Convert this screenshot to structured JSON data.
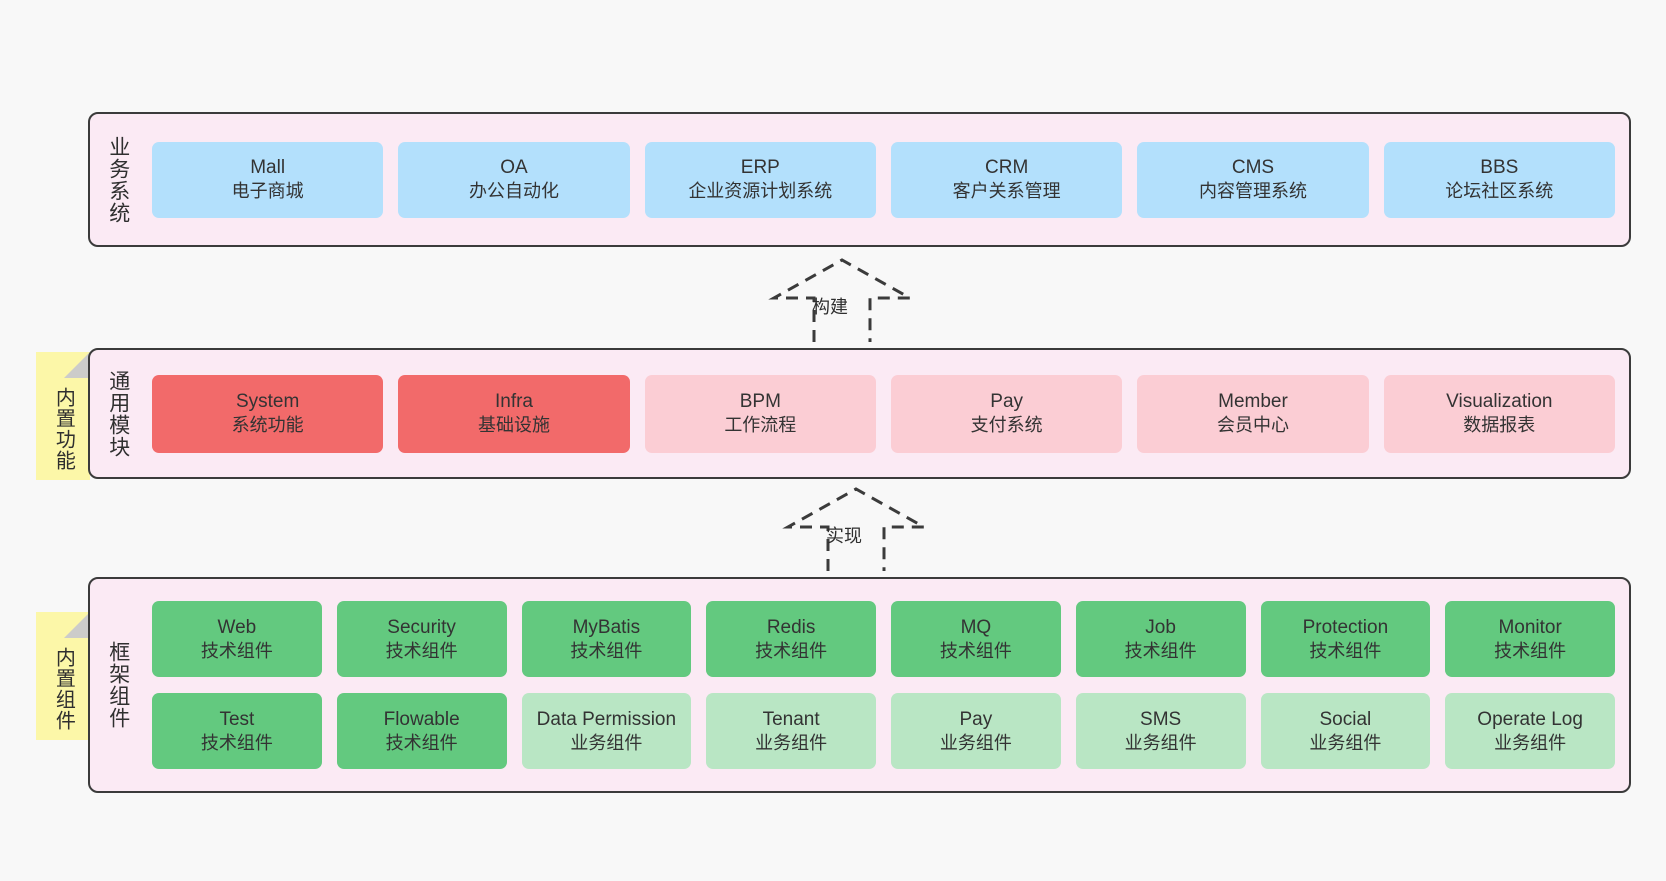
{
  "diagram": {
    "background_color": "#f8f8f8",
    "panel_color": "#fbeaf4",
    "panel_border_color": "#3b3b3b",
    "note_color": "#fcf7a8"
  },
  "layers": [
    {
      "id": "business",
      "title": "业务系统",
      "rows": [
        {
          "cards": [
            {
              "en": "Mall",
              "cn": "电子商城",
              "color": "#b3e0fc"
            },
            {
              "en": "OA",
              "cn": "办公自动化",
              "color": "#b3e0fc"
            },
            {
              "en": "ERP",
              "cn": "企业资源计划系统",
              "color": "#b3e0fc"
            },
            {
              "en": "CRM",
              "cn": "客户关系管理",
              "color": "#b3e0fc"
            },
            {
              "en": "CMS",
              "cn": "内容管理系统",
              "color": "#b3e0fc"
            },
            {
              "en": "BBS",
              "cn": "论坛社区系统",
              "color": "#b3e0fc"
            }
          ]
        }
      ]
    },
    {
      "id": "common",
      "title": "通用模块",
      "note": "内置功能",
      "rows": [
        {
          "cards": [
            {
              "en": "System",
              "cn": "系统功能",
              "color": "#f26a6a"
            },
            {
              "en": "Infra",
              "cn": "基础设施",
              "color": "#f26a6a"
            },
            {
              "en": "BPM",
              "cn": "工作流程",
              "color": "#fbcdd4"
            },
            {
              "en": "Pay",
              "cn": "支付系统",
              "color": "#fbcdd4"
            },
            {
              "en": "Member",
              "cn": "会员中心",
              "color": "#fbcdd4"
            },
            {
              "en": "Visualization",
              "cn": "数据报表",
              "color": "#fbcdd4"
            }
          ]
        }
      ]
    },
    {
      "id": "framework",
      "title": "框架组件",
      "note": "内置组件",
      "rows": [
        {
          "cards": [
            {
              "en": "Web",
              "cn": "技术组件",
              "color": "#63c97f"
            },
            {
              "en": "Security",
              "cn": "技术组件",
              "color": "#63c97f"
            },
            {
              "en": "MyBatis",
              "cn": "技术组件",
              "color": "#63c97f"
            },
            {
              "en": "Redis",
              "cn": "技术组件",
              "color": "#63c97f"
            },
            {
              "en": "MQ",
              "cn": "技术组件",
              "color": "#63c97f"
            },
            {
              "en": "Job",
              "cn": "技术组件",
              "color": "#63c97f"
            },
            {
              "en": "Protection",
              "cn": "技术组件",
              "color": "#63c97f"
            },
            {
              "en": "Monitor",
              "cn": "技术组件",
              "color": "#63c97f"
            }
          ]
        },
        {
          "cards": [
            {
              "en": "Test",
              "cn": "技术组件",
              "color": "#63c97f"
            },
            {
              "en": "Flowable",
              "cn": "技术组件",
              "color": "#63c97f"
            },
            {
              "en": "Data Permission",
              "cn": "业务组件",
              "color": "#b9e6c4"
            },
            {
              "en": "Tenant",
              "cn": "业务组件",
              "color": "#b9e6c4"
            },
            {
              "en": "Pay",
              "cn": "业务组件",
              "color": "#b9e6c4"
            },
            {
              "en": "SMS",
              "cn": "业务组件",
              "color": "#b9e6c4"
            },
            {
              "en": "Social",
              "cn": "业务组件",
              "color": "#b9e6c4"
            },
            {
              "en": "Operate Log",
              "cn": "业务组件",
              "color": "#b9e6c4"
            }
          ]
        }
      ]
    }
  ],
  "connectors": [
    {
      "id": "build",
      "label": "构建",
      "from": "common",
      "to": "business",
      "style": "dashed-hollow-arrow-up"
    },
    {
      "id": "implement",
      "label": "实现",
      "from": "framework",
      "to": "common",
      "style": "dashed-hollow-arrow-up"
    }
  ]
}
